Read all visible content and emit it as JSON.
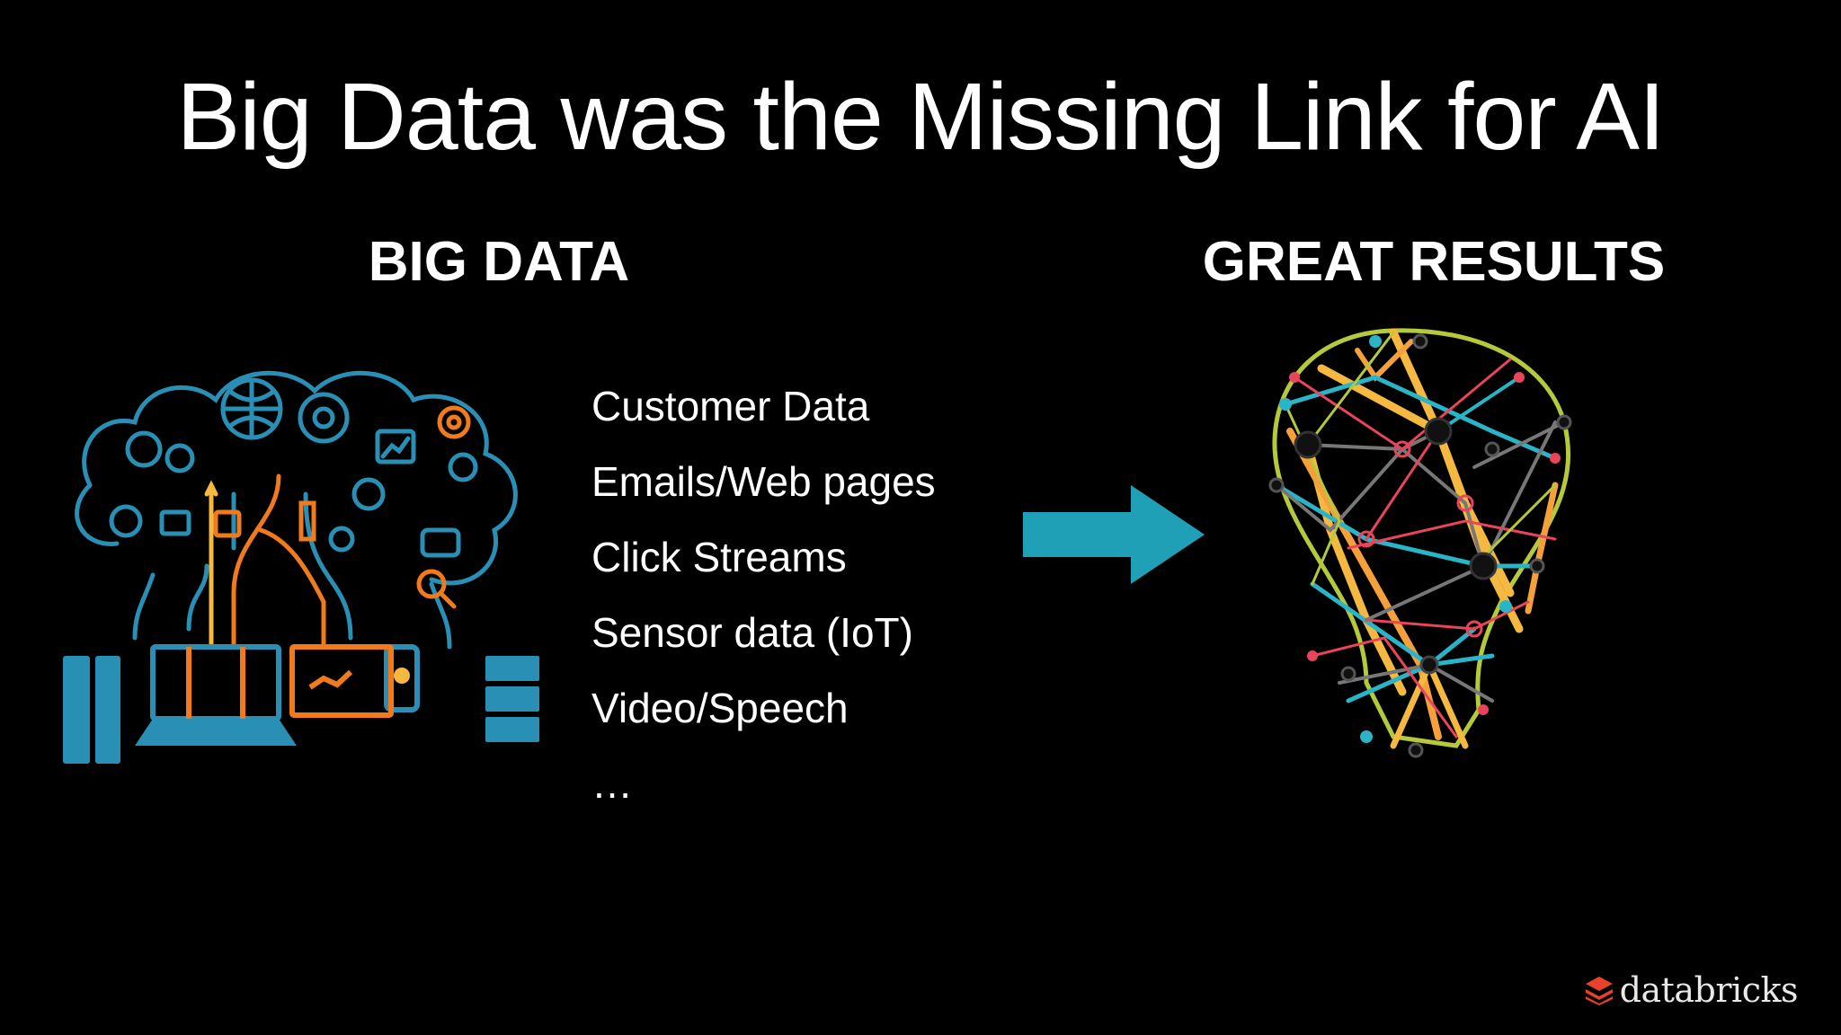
{
  "slide": {
    "title": "Big Data was the Missing Link for AI"
  },
  "left_column": {
    "heading": "BIG DATA",
    "illustration_icon": "big-data-collage-icon"
  },
  "sources": {
    "items": [
      "Customer Data",
      "Emails/Web pages",
      "Click Streams",
      "Sensor data (IoT)",
      "Video/Speech",
      "…"
    ]
  },
  "arrow": {
    "icon": "right-arrow-icon",
    "color": "#1fa0b6"
  },
  "right_column": {
    "heading": "GREAT RESULTS",
    "illustration_icon": "network-lightbulb-icon"
  },
  "brand": {
    "name": "databricks",
    "logo_icon": "databricks-logo-icon",
    "logo_color": "#e8412c"
  },
  "palette": {
    "background": "#000000",
    "text": "#ffffff",
    "accent_blue": "#2a9fc6",
    "accent_orange": "#f07a1c",
    "accent_yellow": "#f5b841",
    "accent_pink": "#e8445a",
    "accent_green": "#b5c93a"
  }
}
